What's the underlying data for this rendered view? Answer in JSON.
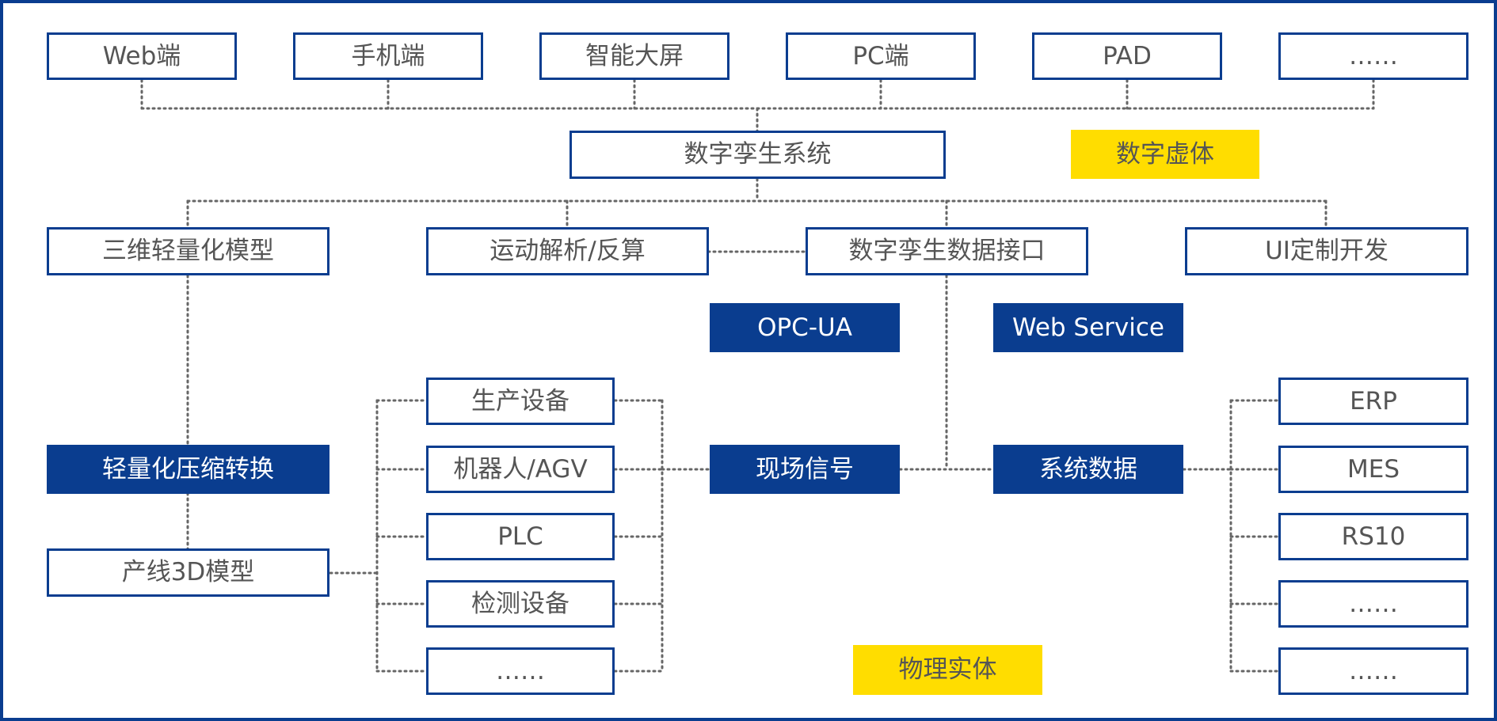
{
  "clients": [
    "Web端",
    "手机端",
    "智能大屏",
    "PC端",
    "PAD",
    "……"
  ],
  "dt_system": "数字孪生系统",
  "virtual_label": "数字虚体",
  "modules": {
    "lightweight_model": "三维轻量化模型",
    "motion": "运动解析/反算",
    "dt_interface": "数字孪生数据接口",
    "ui_dev": "UI定制开发"
  },
  "protocols": {
    "opcua": "OPC-UA",
    "webservice": "Web Service"
  },
  "conversion": "轻量化压缩转换",
  "line_model": "产线3D模型",
  "devices": [
    "生产设备",
    "机器人/AGV",
    "PLC",
    "检测设备",
    "……"
  ],
  "field_signal": "现场信号",
  "system_data": "系统数据",
  "systems": [
    "ERP",
    "MES",
    "RS10",
    "……",
    "……"
  ],
  "physical_label": "物理实体",
  "colors": {
    "navy": "#0a3d8f",
    "yellow": "#ffdd00",
    "text": "#555555",
    "line": "#666666"
  }
}
